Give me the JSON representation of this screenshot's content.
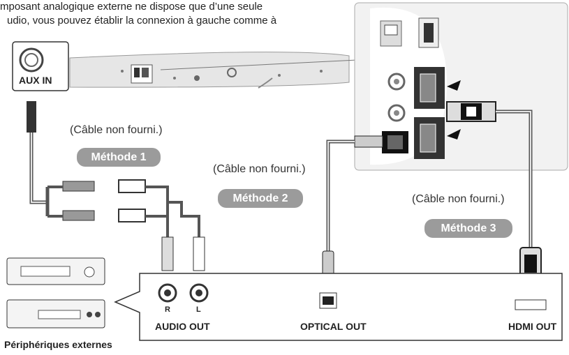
{
  "intro": {
    "line1": "mposant analogique externe ne dispose que d’une seule",
    "line2": "udio, vous pouvez établir la connexion à gauche comme à"
  },
  "aux_label": "AUX IN",
  "cable_note": "(Câble non fourni.)",
  "methods": [
    "Méthode 1",
    "Méthode 2",
    "Méthode 3"
  ],
  "outputs": {
    "audio": "AUDIO OUT",
    "optical": "OPTICAL OUT",
    "hdmi": "HDMI OUT"
  },
  "channel_r": "R",
  "channel_l": "L",
  "devices_label": "Périphériques externes"
}
